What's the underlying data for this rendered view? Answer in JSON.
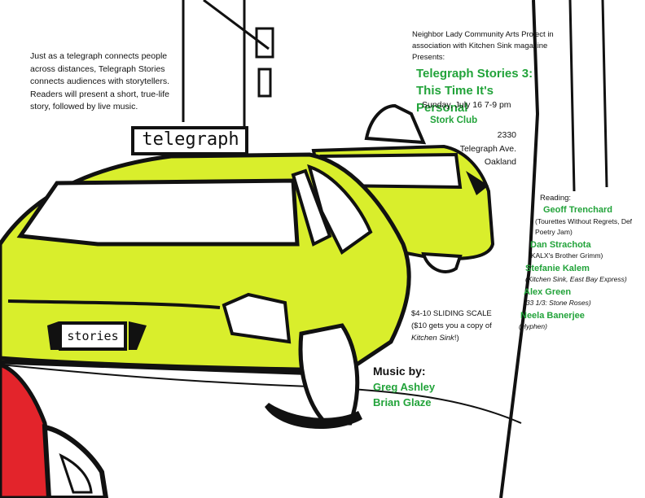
{
  "intro": {
    "text": "Just as a telegraph connects people across distances, Telegraph Stories connects audiences with storytellers. Readers will present a short, true-life story, followed by live music."
  },
  "signs": {
    "roof_sign": "telegraph",
    "plate": "stories"
  },
  "event": {
    "presenter": "Neighbor Lady Community Arts Project in association with Kitchen Sink magazine Presents:",
    "title": "Telegraph Stories 3: This Time It's Personal",
    "date": "Sunday, July 16 7-9 pm",
    "venue": "Stork Club",
    "address": "2330 Telegraph Ave. Oakland"
  },
  "reading": {
    "heading": "Reading:",
    "readers": [
      {
        "name": "Geoff Trenchard",
        "note": "(Tourettes Without Regrets, Def Poetry Jam)"
      },
      {
        "name": "Dan Strachota",
        "note": "(KALX's Brother Grimm)"
      },
      {
        "name": "Stefanie Kalem",
        "note": "(Kitchen Sink, East Bay Express)"
      },
      {
        "name": "Alex Green",
        "note": "(33 1/3: Stone Roses)"
      },
      {
        "name": "Neela Banerjee",
        "note": "(Hyphen)"
      }
    ]
  },
  "price": {
    "line1": "$4-10 SLIDING SCALE",
    "line2_before": "($10 gets you a copy of",
    "line2_italic": "Kitchen Sink",
    "line2_after": "!)"
  },
  "music": {
    "heading": "Music by:",
    "acts": [
      "Greg Ashley",
      "Brian Glaze"
    ]
  },
  "colors": {
    "accent_green": "#22a33a",
    "taxi_yellow": "#d9ee2c",
    "car_red": "#e3242b",
    "ink": "#111111"
  }
}
